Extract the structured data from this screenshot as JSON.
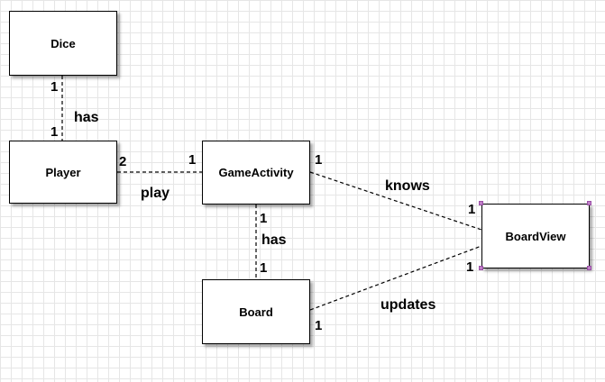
{
  "classes": {
    "dice": "Dice",
    "player": "Player",
    "game_activity": "GameActivity",
    "board_view": "BoardView",
    "board": "Board"
  },
  "associations": {
    "dice_player": {
      "label": "has",
      "mult_dice": "1",
      "mult_player": "1"
    },
    "player_game": {
      "label": "play",
      "mult_player": "2",
      "mult_game": "1"
    },
    "game_boardview": {
      "label": "knows",
      "mult_game": "1",
      "mult_boardview": "1"
    },
    "game_board": {
      "label": "has",
      "mult_game": "1",
      "mult_board": "1"
    },
    "board_boardview": {
      "label": "updates",
      "mult_board": "1",
      "mult_boardview": "1"
    }
  },
  "colors": {
    "node_border": "#000000",
    "grid": "#e6e6e6",
    "selection_handle": "#c080c8"
  }
}
